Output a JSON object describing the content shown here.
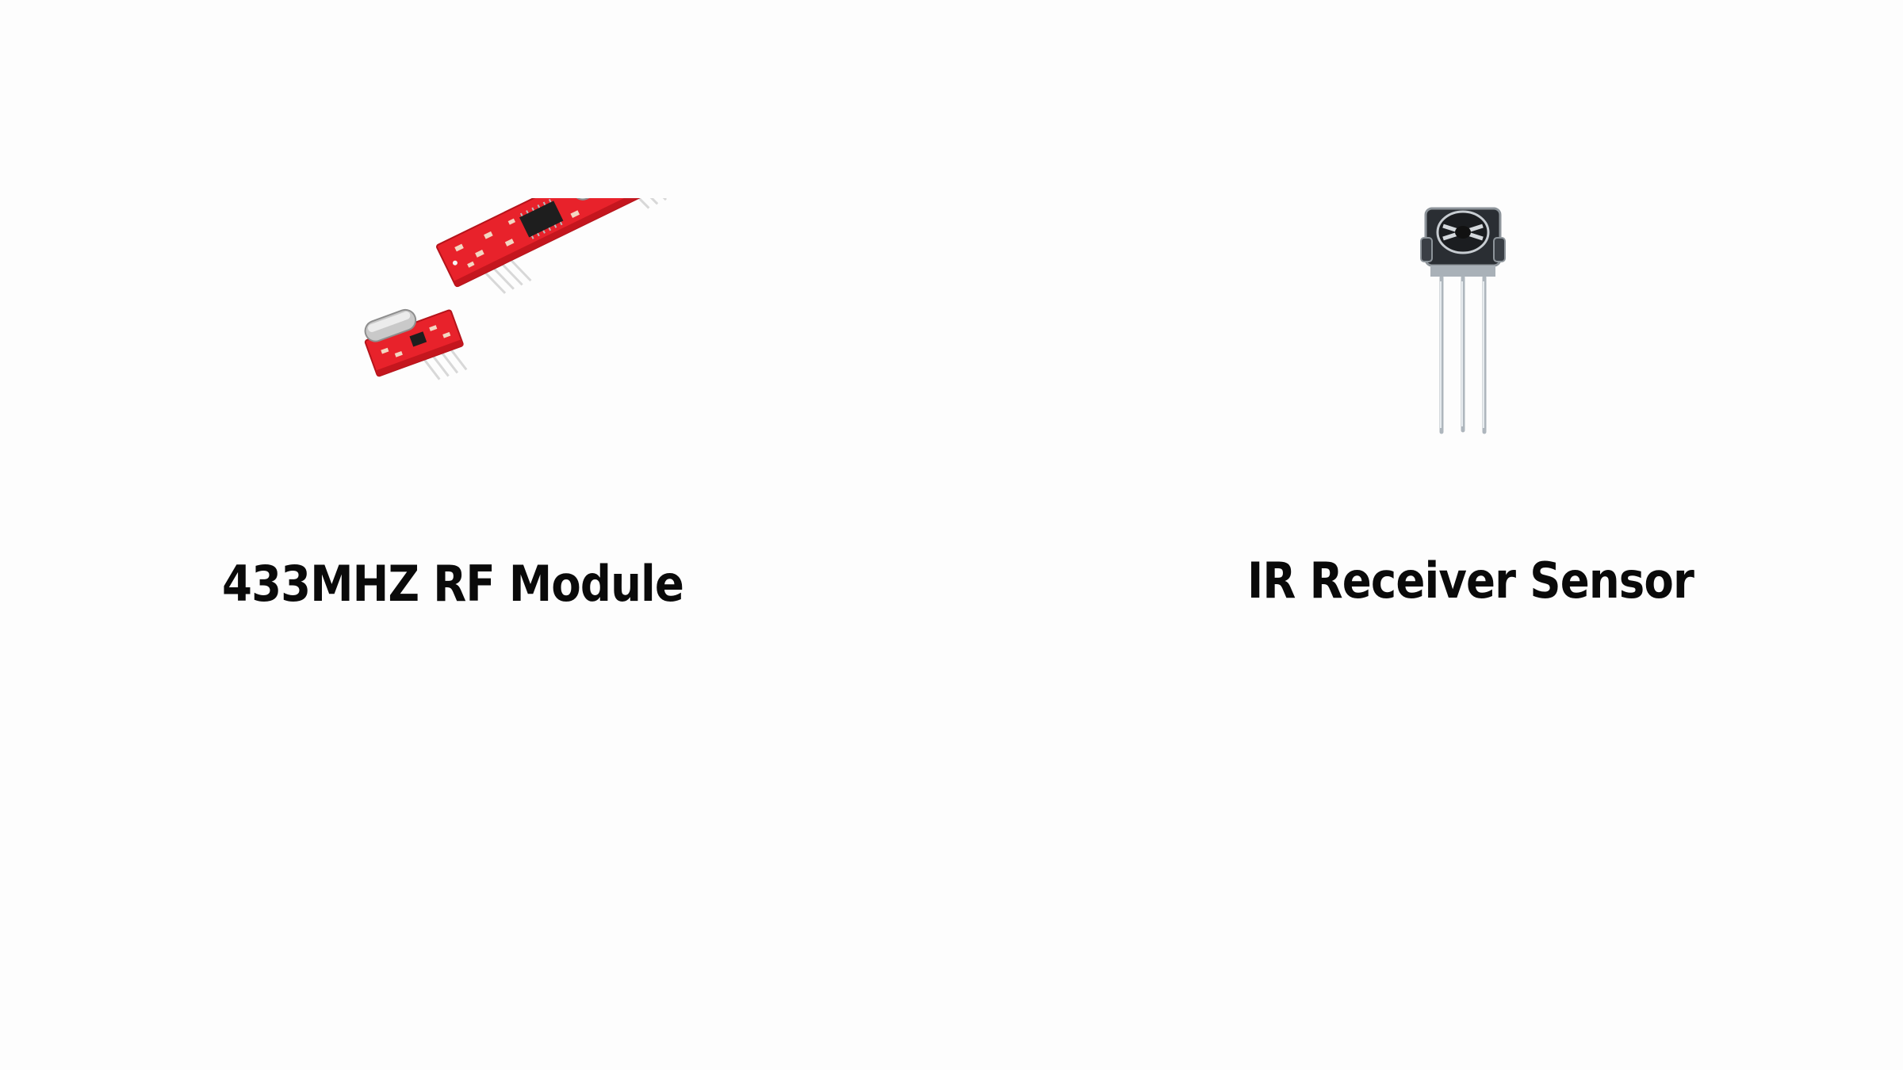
{
  "slide": {
    "items": [
      {
        "caption": "433MHZ RF Module",
        "image_name": "rf-module-image"
      },
      {
        "caption": "IR Receiver Sensor",
        "image_name": "ir-receiver-image"
      }
    ]
  },
  "colors": {
    "background": "#fdfdfd",
    "text": "#0a0a0a",
    "pcb_red": "#e8222b",
    "crystal_silver": "#c9c9c9",
    "ir_body": "#2a2e33"
  }
}
